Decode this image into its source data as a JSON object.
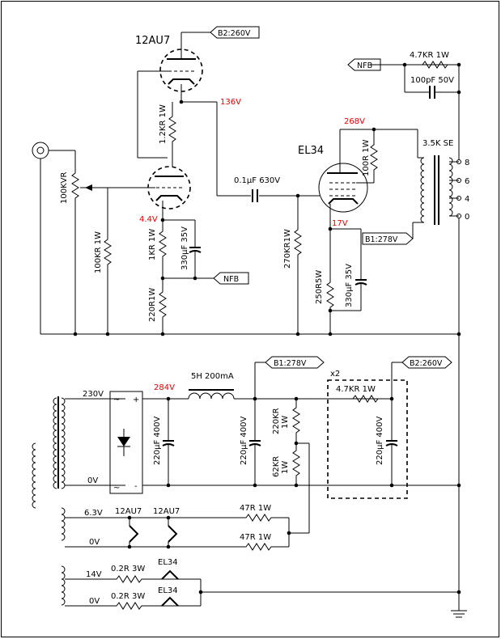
{
  "tubes": {
    "v1_top": "12AU7",
    "v2_out": "EL34"
  },
  "voltages": {
    "b2_flag_top": "B2:260V",
    "v1_plate": "136V",
    "v1_cathode": "4.4V",
    "el34_plate": "268V",
    "el34_cathode": "17V",
    "b1_flag_out": "B1:278V",
    "rect_out": "284V",
    "b1_flag_psu": "B1:278V",
    "b2_flag_psu": "B2:260V"
  },
  "flags": {
    "nfb_top": "NFB",
    "nfb_mid": "NFB"
  },
  "components": {
    "r_fb": "4.7KR 1W",
    "c_fb": "100pF 50V",
    "r_plate": "1.2KR 1W",
    "pot": "100KVR",
    "r_grid": "100KR 1W",
    "r_k1": "1KR 1W",
    "c_k1": "330µF 35V",
    "r_k2": "220R1W",
    "c_coupling": "0.1µF 630V",
    "r_g2": "270KR1W",
    "r_stopper": "100R 1W",
    "r_k_el34": "250R5W",
    "c_k_el34": "330µF 35V",
    "ot": "3.5K SE",
    "choke": "5H 200mA",
    "c_res1": "220µF 400V",
    "c_res2": "220µF 400V",
    "r_div_top": "220KR",
    "r_div_top_w": "1W",
    "r_div_bot": "62KR",
    "r_div_bot_w": "1W",
    "x2": "x2",
    "r_b2": "4.7KR 1W",
    "c_b2": "220µF 400V",
    "r_h1": "47R 1W",
    "r_h2": "47R 1W",
    "r_h3": "0.2R 3W",
    "r_h4": "0.2R 3W"
  },
  "ot_taps": [
    "8",
    "6",
    "4",
    "0"
  ],
  "transformer": {
    "hv": "230V",
    "hv0": "0V",
    "h1": "6.3V",
    "h1_0": "0V",
    "h2": "14V",
    "h2_0": "0V"
  },
  "heaters": {
    "a1": "12AU7",
    "a2": "12AU7",
    "b1": "EL34",
    "b2": "EL34"
  },
  "rect_marks": {
    "tl": "~",
    "tr": "+",
    "bl": "~",
    "br": "-"
  }
}
